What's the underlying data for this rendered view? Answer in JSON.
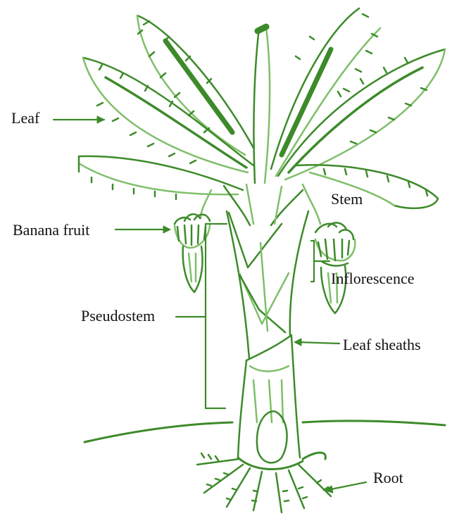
{
  "diagram": {
    "labels": {
      "leaf": "Leaf",
      "stem": "Stem",
      "banana_fruit": "Banana fruit",
      "inflorescence": "Inflorescence",
      "pseudostem": "Pseudostem",
      "leaf_sheaths": "Leaf sheaths",
      "root": "Root"
    },
    "colors": {
      "ink": "#3d8a2a",
      "ink_light": "#7fbf6a",
      "label_text": "#111111"
    }
  }
}
